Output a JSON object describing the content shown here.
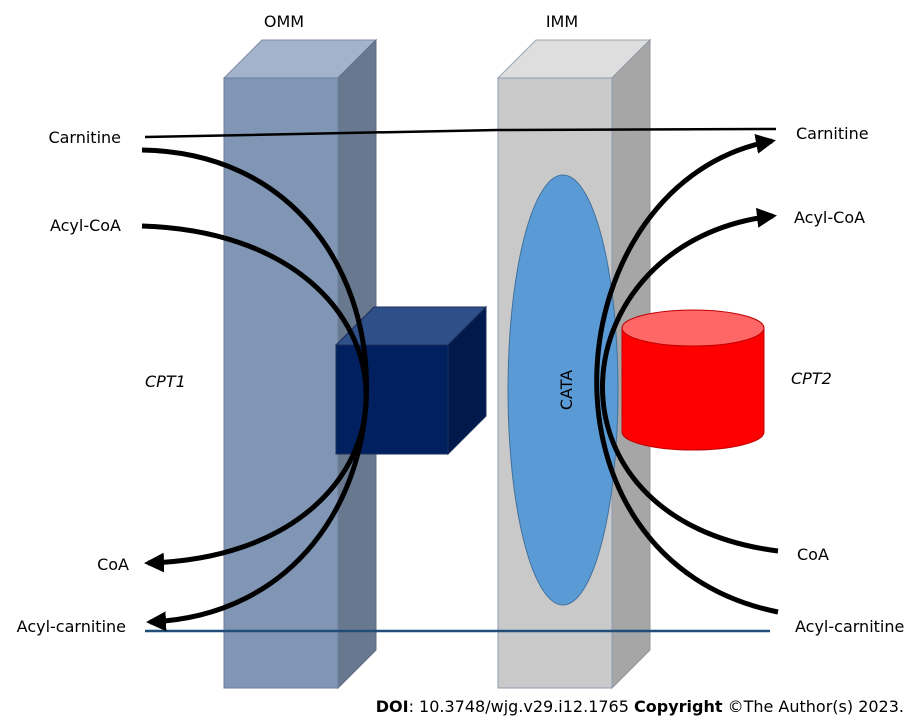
{
  "labels": {
    "omm": "OMM",
    "imm": "IMM",
    "cata": "CATA",
    "cpt1": "CPT1",
    "cpt2": "CPT2",
    "left": {
      "carnitine": "Carnitine",
      "acyl_coa": "Acyl-CoA",
      "coa": "CoA",
      "acyl_carnitine": "Acyl-carnitine"
    },
    "right": {
      "carnitine": "Carnitine",
      "acyl_coa": "Acyl-CoA",
      "coa": "CoA",
      "acyl_carnitine": "Acyl-carnitine"
    }
  },
  "footer": {
    "doi_label": "DOI",
    "doi_value": ": 10.3748/wjg.v29.i12.1765",
    "copyright_label": "Copyright",
    "copyright_value": " ©The Author(s) 2023."
  },
  "colors": {
    "omm_front": "#8096b4",
    "omm_top": "#a3b3cb",
    "omm_side": "#68798f",
    "imm_front": "#c9c9c9",
    "imm_top": "#dedede",
    "imm_side": "#a6a6a6",
    "cata_fill": "#5b9bd5",
    "cpt1_front": "#002060",
    "cpt1_top": "#2f4f88",
    "cpt1_side": "#001a4d",
    "cpt1_text": "#1f3864",
    "cpt2_fill": "#ff0000",
    "cpt2_top": "#ff6666",
    "cpt2_text": "#c00000",
    "bottom_line": "#1f4e79"
  }
}
